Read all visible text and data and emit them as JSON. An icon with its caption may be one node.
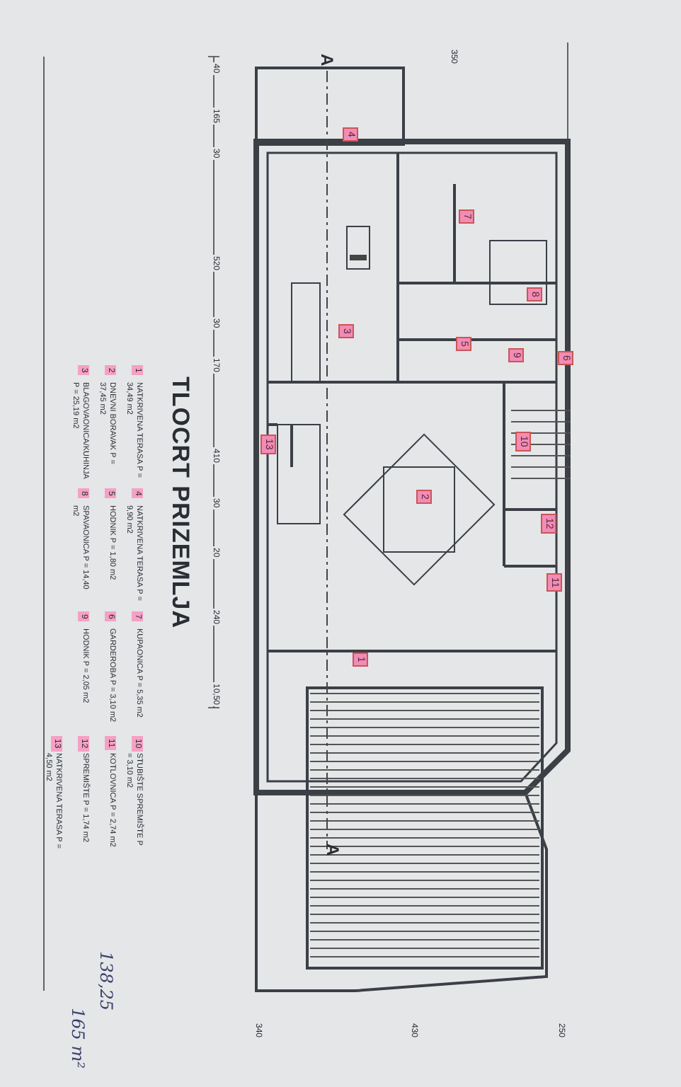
{
  "diagram": {
    "title": "TLOCRT PRIZEMLJA",
    "labels": [
      "4",
      "7",
      "8",
      "3",
      "5",
      "9",
      "6",
      "10",
      "13",
      "2",
      "12",
      "11",
      "1",
      "40",
      "165",
      "30",
      "520",
      "30",
      "170",
      "410",
      "30",
      "20",
      "240",
      "10,50",
      "350",
      "340",
      "430",
      "250",
      "A",
      "A",
      "1",
      "NATKRIVENA TERASA P = 34,49 m2",
      "2",
      "DNEVNI BORAVAK P = 37,45 m2",
      "3",
      "BLAGOVAONICA/KUHINJA P = 25,19 m2",
      "4",
      "NATKRIVENA TERASA P = 9,90 m2",
      "5",
      "HODNIK P = 1,80 m2",
      "8",
      "SPAVAONICA P = 14,40 m2",
      "7",
      "KUPAONICA P = 5,35 m2",
      "6",
      "GARDEROBA P = 3,10 m2",
      "9",
      "HODNIK P = 2,05 m2",
      "10",
      "STUBIŠTE SPREMIŠTE P = 3,10 m2",
      "11",
      "KOTLOVNICA P = 2,74 m2",
      "12",
      "SPREMIŠTE P = 1,74 m2",
      "13",
      "NATKRIVENA TERASA P = 4,50 m2",
      "138,25",
      "165 m²"
    ]
  }
}
